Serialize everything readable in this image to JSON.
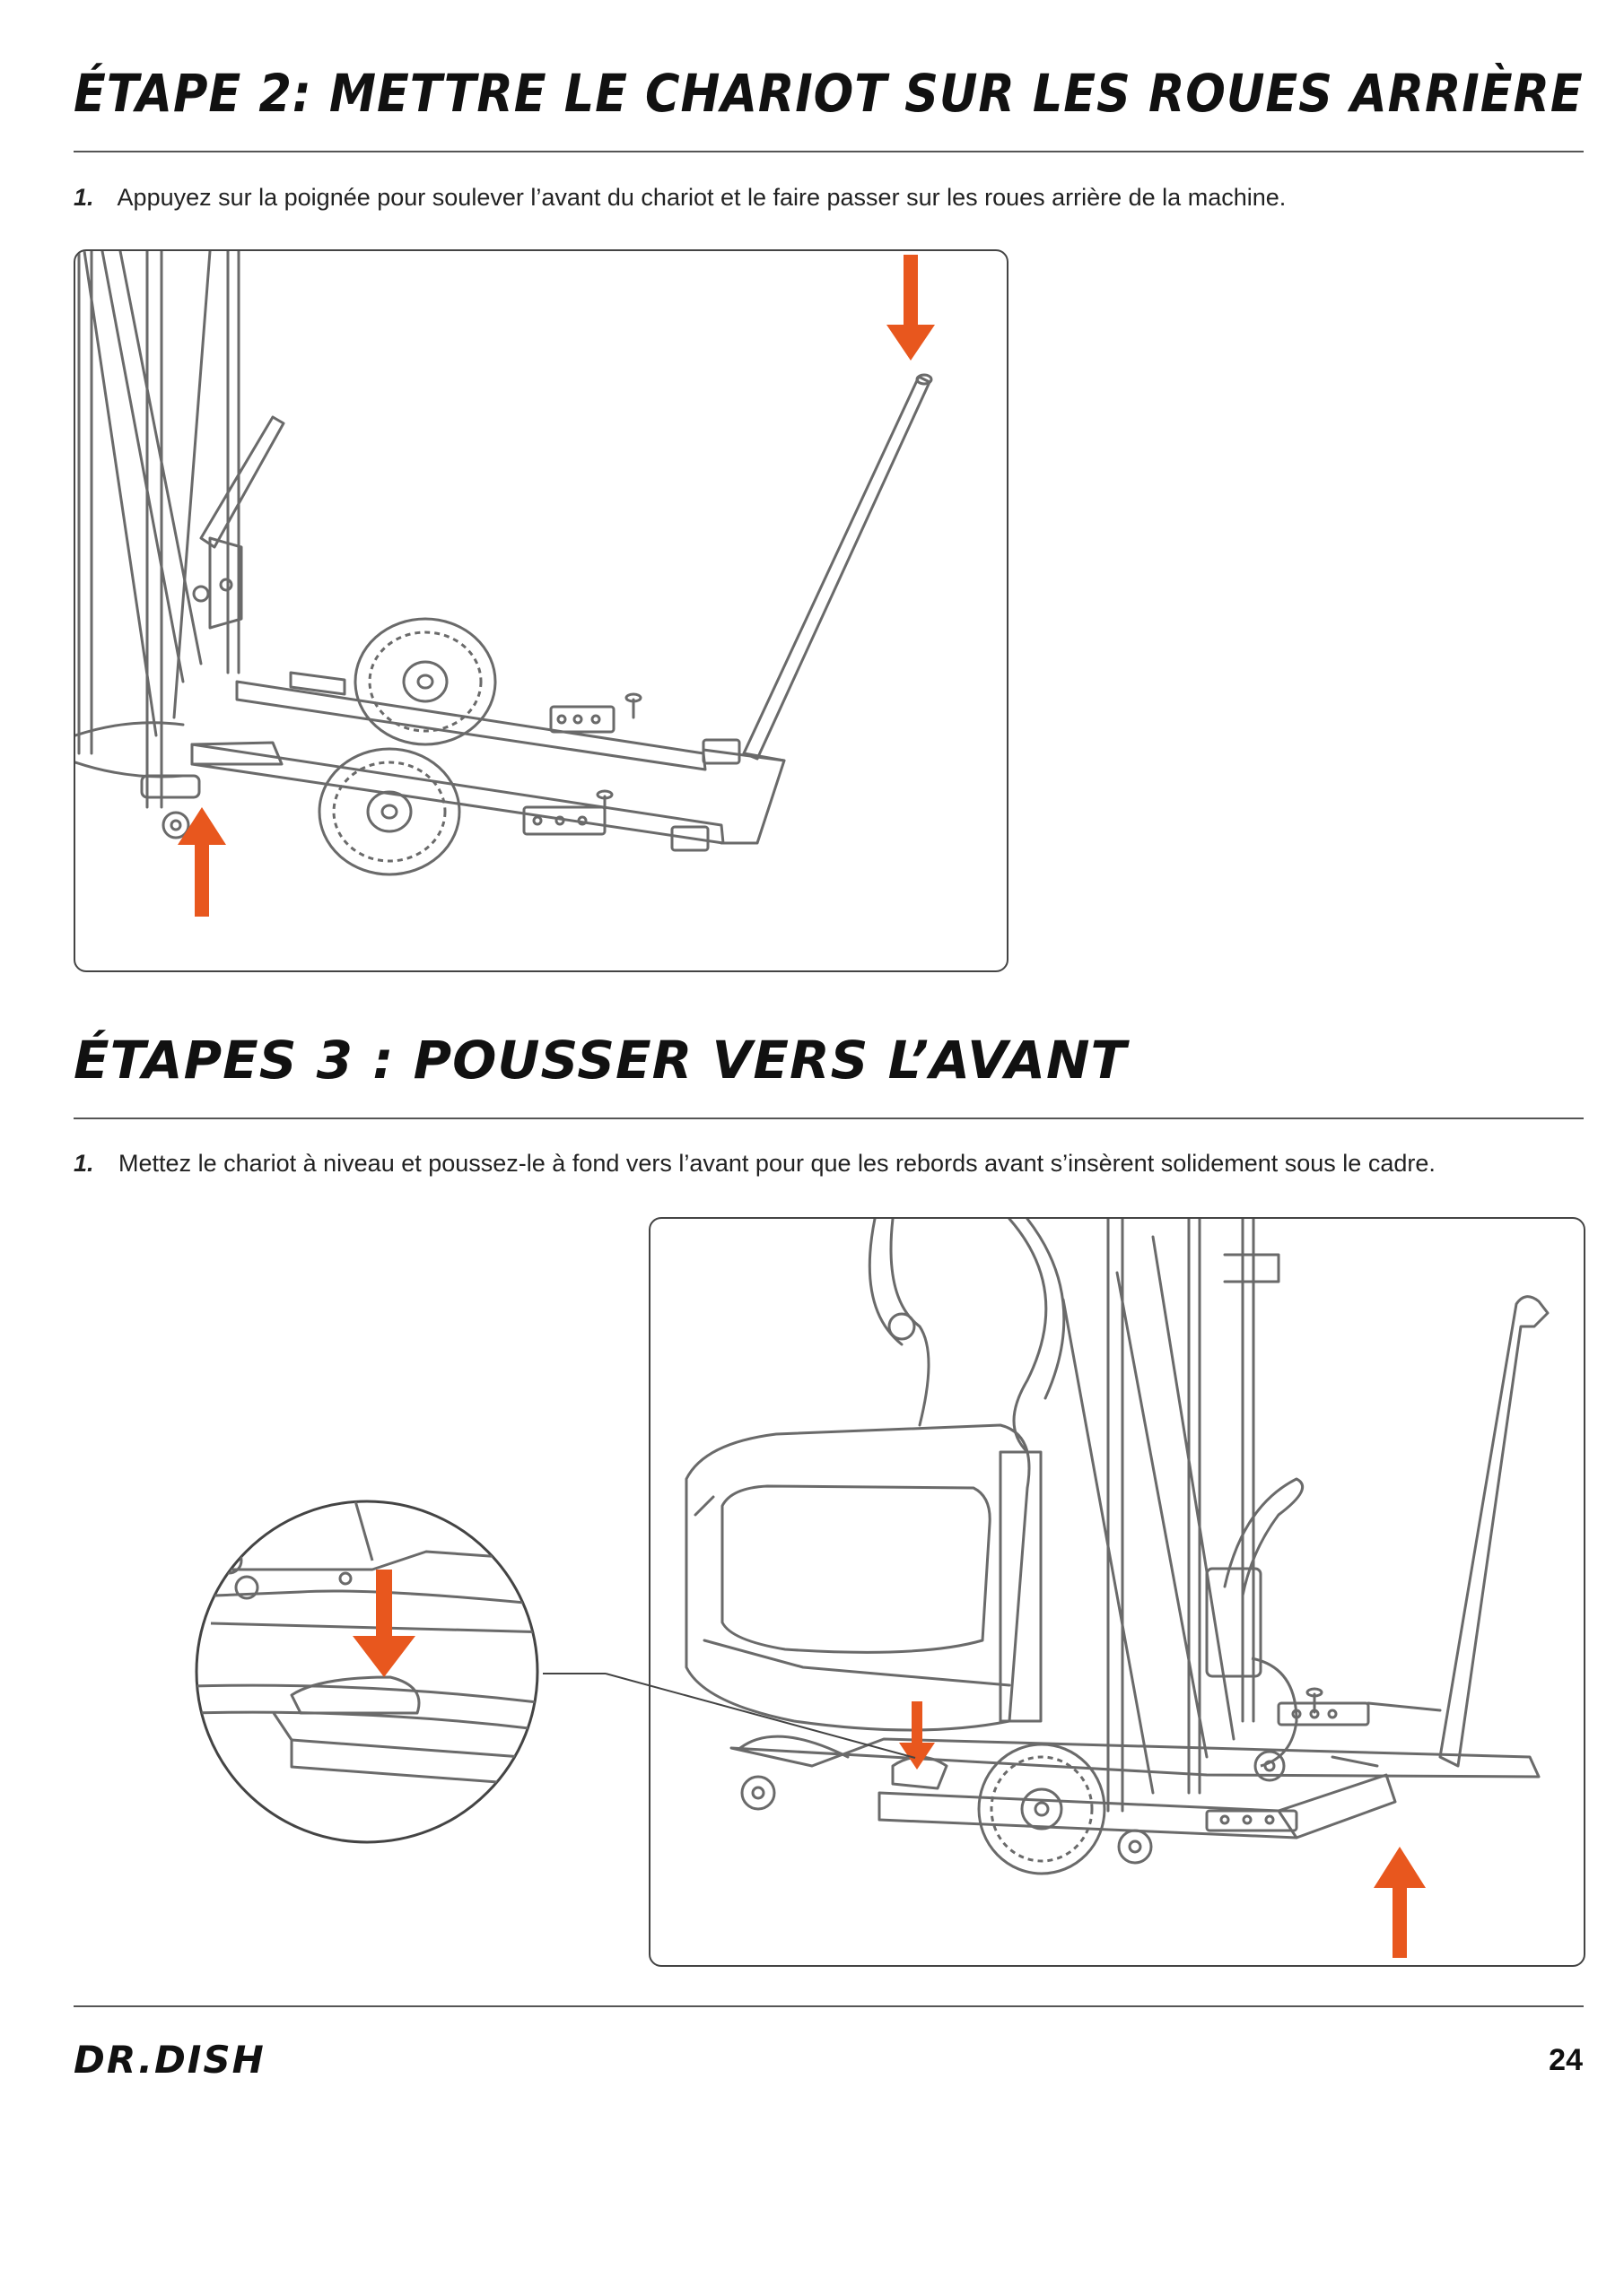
{
  "section2": {
    "title": "ÉTAPE 2: METTRE LE CHARIOT SUR LES ROUES ARRIÈRE",
    "step_number": "1.",
    "step_text": "Appuyez sur la poignée pour soulever l’avant du chariot et le faire passer sur les roues arrière de la machine."
  },
  "section3": {
    "title": "ÉTAPES 3 : POUSSER VERS L’AVANT",
    "step_number": "1.",
    "step_text": "Mettez le chariot à niveau et poussez-le à fond vers l’avant pour que les rebords avant s’insèrent solidement sous le cadre."
  },
  "footer": {
    "logo": "DR.DISH",
    "page_number": "24"
  },
  "colors": {
    "arrow": "#e8571e",
    "line": "#6a6a6a",
    "heading": "#111111"
  },
  "icons": {
    "arrow_down": "down-arrow-icon",
    "arrow_up": "up-arrow-icon"
  }
}
